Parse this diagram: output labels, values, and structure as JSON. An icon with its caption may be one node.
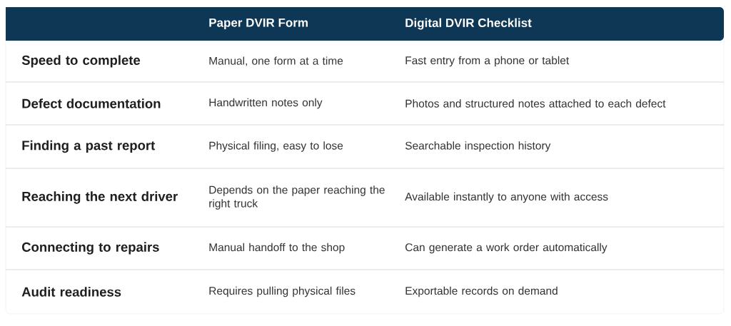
{
  "diagram": {
    "labels": [
      "Paper DVIR Form",
      "Digital DVIR Checklist",
      "Speed to complete",
      "Manual, one form at a time",
      "Fast entry from a phone or tablet",
      "Defect documentation",
      "Handwritten notes only",
      "Photos and structured notes attached to each defect",
      "Finding a past report",
      "Physical filing, easy to lose",
      "Searchable inspection history",
      "Reaching the next driver",
      "Depends on the paper reaching the right truck",
      "Available instantly to anyone with access",
      "Connecting to repairs",
      "Manual handoff to the shop",
      "Can generate a work order automatically",
      "Audit readiness",
      "Requires pulling physical files",
      "Exportable records on demand"
    ]
  }
}
